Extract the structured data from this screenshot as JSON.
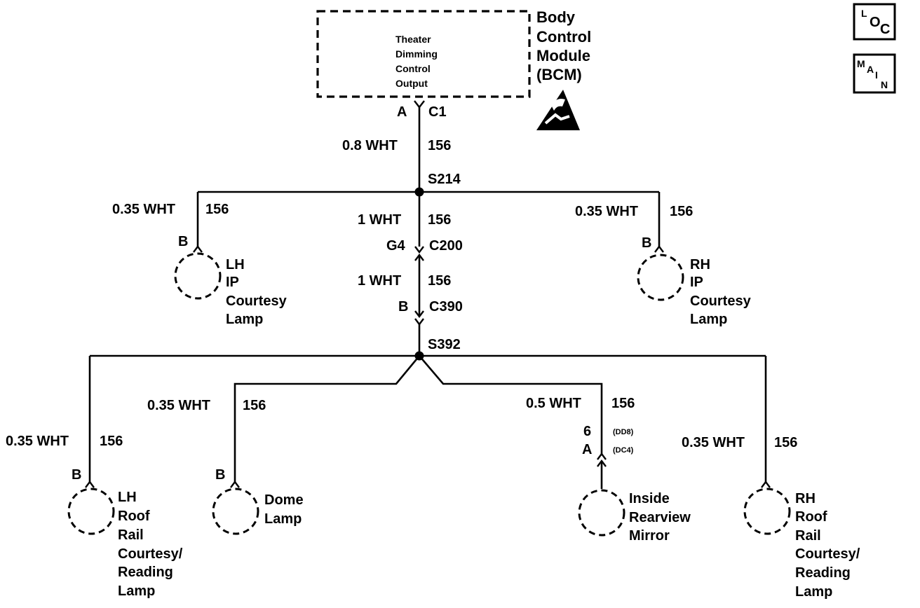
{
  "module": {
    "name_lines": [
      "Body",
      "Control",
      "Module",
      "(BCM)"
    ],
    "function_lines": [
      "Theater",
      "Dimming",
      "Control",
      "Output"
    ],
    "connector_pin": "A",
    "connector_id": "C1"
  },
  "side_icons": {
    "loc": [
      "L",
      "O",
      "C"
    ],
    "main": [
      "M",
      "A",
      "I",
      "N"
    ]
  },
  "esd_icon": "esd-sensitive-icon",
  "wires": {
    "bcm_wire": {
      "gauge": "0.8 WHT",
      "circuit": "156"
    },
    "lh_ip_wire": {
      "gauge": "0.35 WHT",
      "circuit": "156"
    },
    "center_upper_wire": {
      "gauge": "1 WHT",
      "circuit": "156"
    },
    "rh_ip_wire": {
      "gauge": "0.35 WHT",
      "circuit": "156"
    },
    "center_lower_wire": {
      "gauge": "1 WHT",
      "circuit": "156"
    },
    "lh_roof_wire": {
      "gauge": "0.35 WHT",
      "circuit": "156"
    },
    "dome_wire": {
      "gauge": "0.35 WHT",
      "circuit": "156"
    },
    "mirror_wire": {
      "gauge": "0.5 WHT",
      "circuit": "156"
    },
    "rh_roof_wire": {
      "gauge": "0.35 WHT",
      "circuit": "156"
    }
  },
  "splices": {
    "upper": "S214",
    "lower": "S392"
  },
  "connectors": {
    "c200": {
      "pin": "G4",
      "id": "C200"
    },
    "c390": {
      "pin": "B",
      "id": "C390"
    },
    "mirror": {
      "pin1": "6",
      "pin2": "A",
      "opt1": "(DD8)",
      "opt2": "(DC4)"
    }
  },
  "lamps": {
    "lh_ip": {
      "pin": "B",
      "lines": [
        "LH",
        "IP",
        "Courtesy",
        "Lamp"
      ]
    },
    "rh_ip": {
      "pin": "B",
      "lines": [
        "RH",
        "IP",
        "Courtesy",
        "Lamp"
      ]
    },
    "lh_roof": {
      "pin": "B",
      "lines": [
        "LH",
        "Roof",
        "Rail",
        "Courtesy/",
        "Reading",
        "Lamp"
      ]
    },
    "dome": {
      "pin": "B",
      "lines": [
        "Dome",
        "Lamp"
      ]
    },
    "mirror": {
      "lines": [
        "Inside",
        "Rearview",
        "Mirror"
      ]
    },
    "rh_roof": {
      "lines": [
        "RH",
        "Roof",
        "Rail",
        "Courtesy/",
        "Reading",
        "Lamp"
      ]
    }
  }
}
